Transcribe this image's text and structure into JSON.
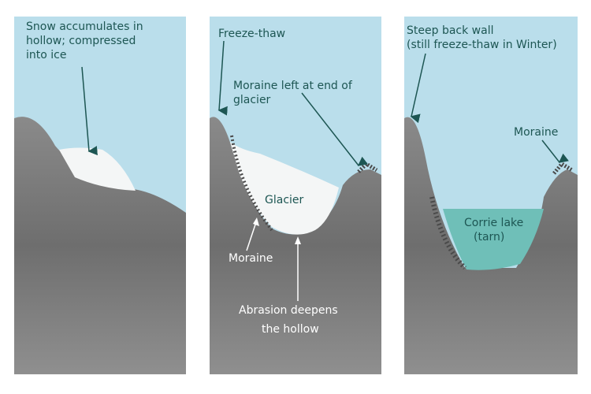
{
  "colors": {
    "sky": "#badeeb",
    "rock": "#7d7d7d",
    "rock_dark": "#5a5a5a",
    "snow": "#f4f6f6",
    "lake": "#6fbfb8",
    "text": "#1d5653"
  },
  "panel1": {
    "label_line1": "Snow accumulates in",
    "label_line2": "hollow; compressed",
    "label_line3": "into ice"
  },
  "panel2": {
    "freeze_thaw": "Freeze-thaw",
    "moraine_end_line1": "Moraine left at end of",
    "moraine_end_line2": "glacier",
    "glacier": "Glacier",
    "moraine": "Moraine",
    "abrasion_line1": "Abrasion deepens",
    "abrasion_line2": "the hollow"
  },
  "panel3": {
    "back_wall_line1": "Steep back wall",
    "back_wall_line2": "(still freeze-thaw in Winter)",
    "moraine": "Moraine",
    "lake_line1": "Corrie lake",
    "lake_line2": "(tarn)"
  }
}
